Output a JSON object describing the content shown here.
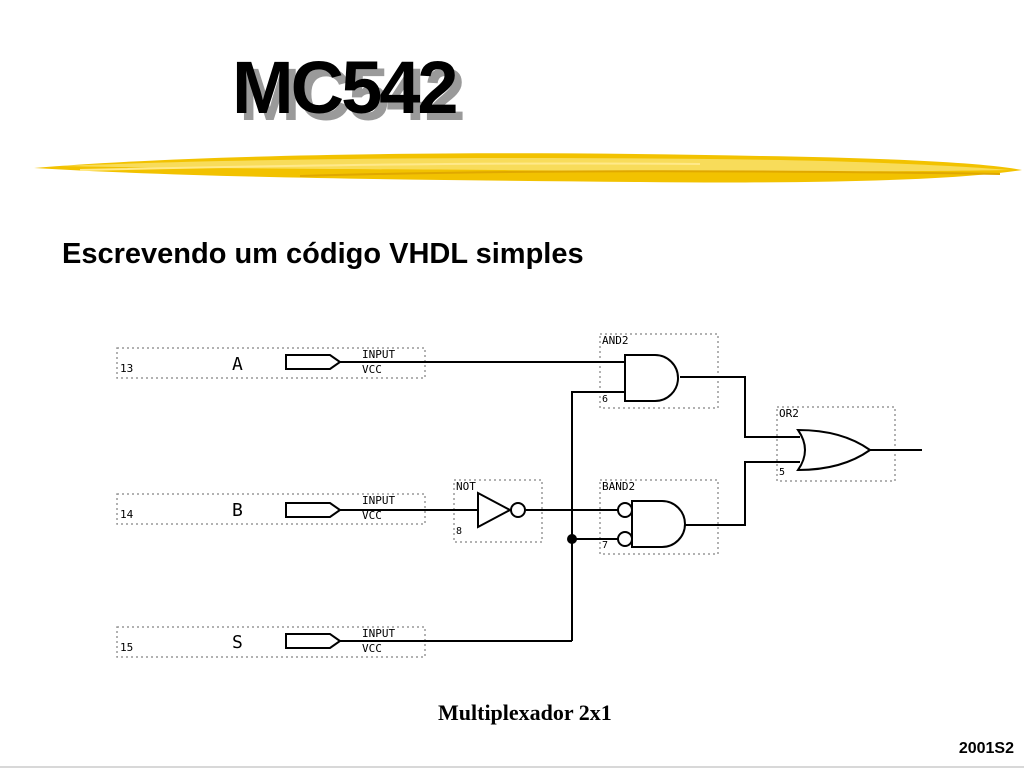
{
  "slide": {
    "title": "MC542",
    "subtitle": "Escrevendo um código VHDL simples",
    "caption": "Multiplexador 2x1",
    "footer": "2001S2",
    "colors": {
      "brush": "#f2c200",
      "brush_light": "#f8dc5a",
      "title_shadow": "#9a9a9a",
      "wire": "#000000",
      "dotted_box": "#999999"
    }
  },
  "schematic": {
    "inputs": [
      {
        "name": "A",
        "pin": "13",
        "type": "INPUT",
        "supply": "VCC"
      },
      {
        "name": "B",
        "pin": "14",
        "type": "INPUT",
        "supply": "VCC"
      },
      {
        "name": "S",
        "pin": "15",
        "type": "INPUT",
        "supply": "VCC"
      }
    ],
    "gates": {
      "and2": {
        "label": "AND2",
        "num": "6"
      },
      "band2": {
        "label": "BAND2",
        "num": "7"
      },
      "not": {
        "label": "NOT",
        "num": "8"
      },
      "or2": {
        "label": "OR2",
        "num": "5"
      }
    }
  }
}
